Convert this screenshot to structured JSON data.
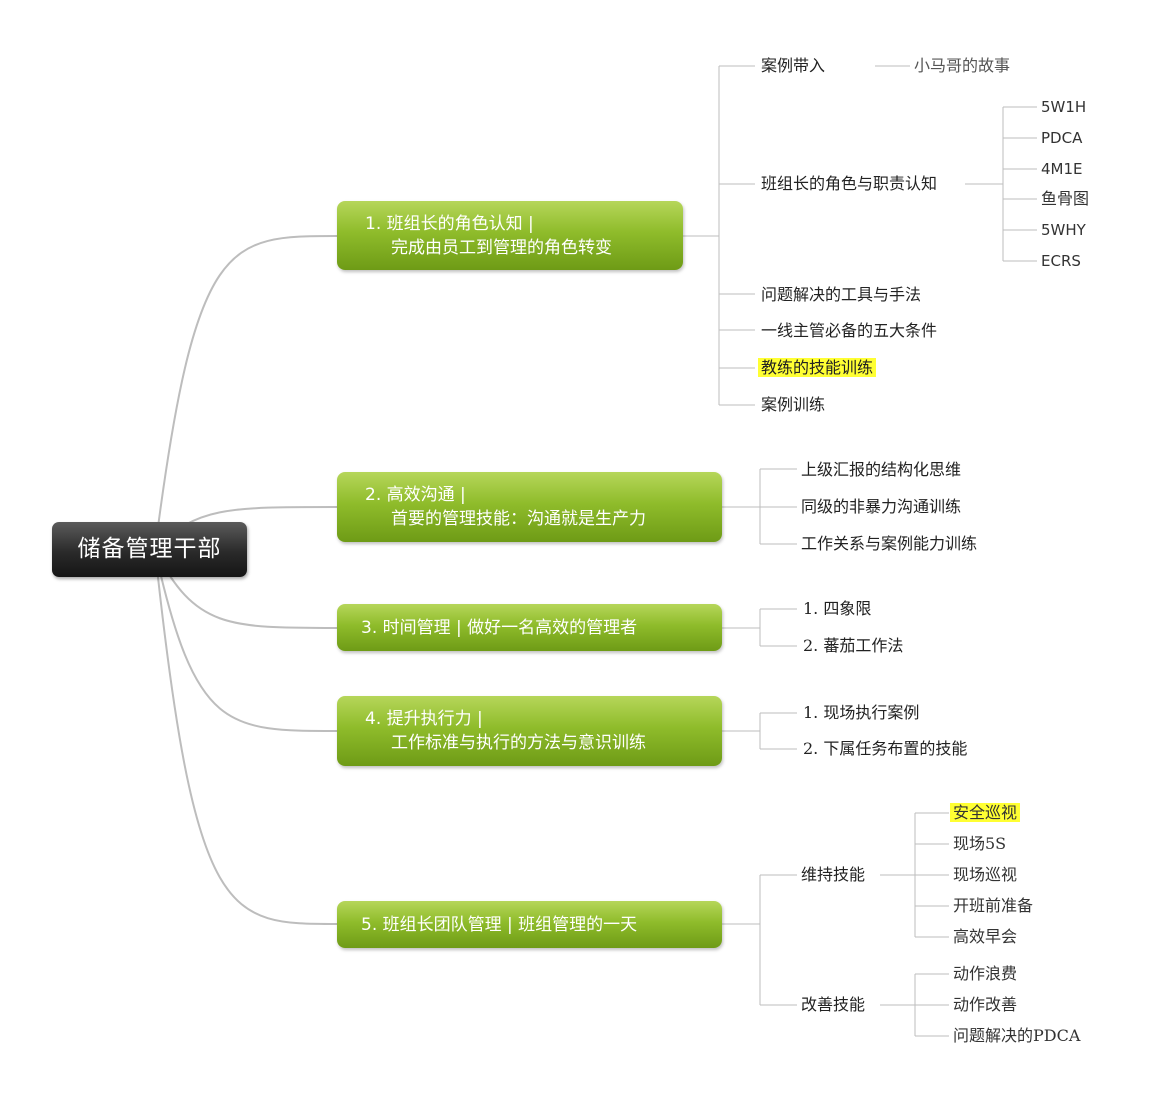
{
  "root": {
    "label": "储备管理干部"
  },
  "colors": {
    "branch_top": "#b6d65a",
    "branch_bottom": "#6e9b16",
    "root": "#2a2a2a",
    "highlight": "#ffff33",
    "line": "#bdbdbd"
  },
  "branches": [
    {
      "line1": "1. 班组长的角色认知 |",
      "line2": "完成由员工到管理的角色转变",
      "items": [
        {
          "label": "案例带入",
          "child": "小马哥的故事"
        },
        {
          "label": "班组长的角色与职责认知",
          "children": [
            "5W1H",
            "PDCA",
            "4M1E",
            "鱼骨图",
            "5WHY",
            "ECRS"
          ]
        },
        {
          "label": "问题解决的工具与手法"
        },
        {
          "label": "一线主管必备的五大条件"
        },
        {
          "label": "教练的技能训练",
          "highlight": true
        },
        {
          "label": "案例训练"
        }
      ]
    },
    {
      "line1": "2. 高效沟通 |",
      "line2": "首要的管理技能：沟通就是生产力",
      "items": [
        {
          "label": "上级汇报的结构化思维"
        },
        {
          "label": "同级的非暴力沟通训练"
        },
        {
          "label": "工作关系与案例能力训练"
        }
      ]
    },
    {
      "line1": "3. 时间管理  | 做好一名高效的管理者",
      "items": [
        {
          "label": "1. 四象限"
        },
        {
          "label": "2. 蕃茄工作法"
        }
      ]
    },
    {
      "line1": "4. 提升执行力 |",
      "line2": "工作标准与执行的方法与意识训练",
      "items": [
        {
          "label": "1. 现场执行案例"
        },
        {
          "label": "2. 下属任务布置的技能"
        }
      ]
    },
    {
      "line1": "5. 班组长团队管理  | 班组管理的一天",
      "items": [
        {
          "label": "维持技能",
          "children": [
            "安全巡视",
            "现场5S",
            "现场巡视",
            "开班前准备",
            "高效早会"
          ],
          "highlight_child": 0
        },
        {
          "label": "改善技能",
          "children": [
            "动作浪费",
            "动作改善",
            "问题解决的PDCA"
          ]
        }
      ]
    }
  ]
}
